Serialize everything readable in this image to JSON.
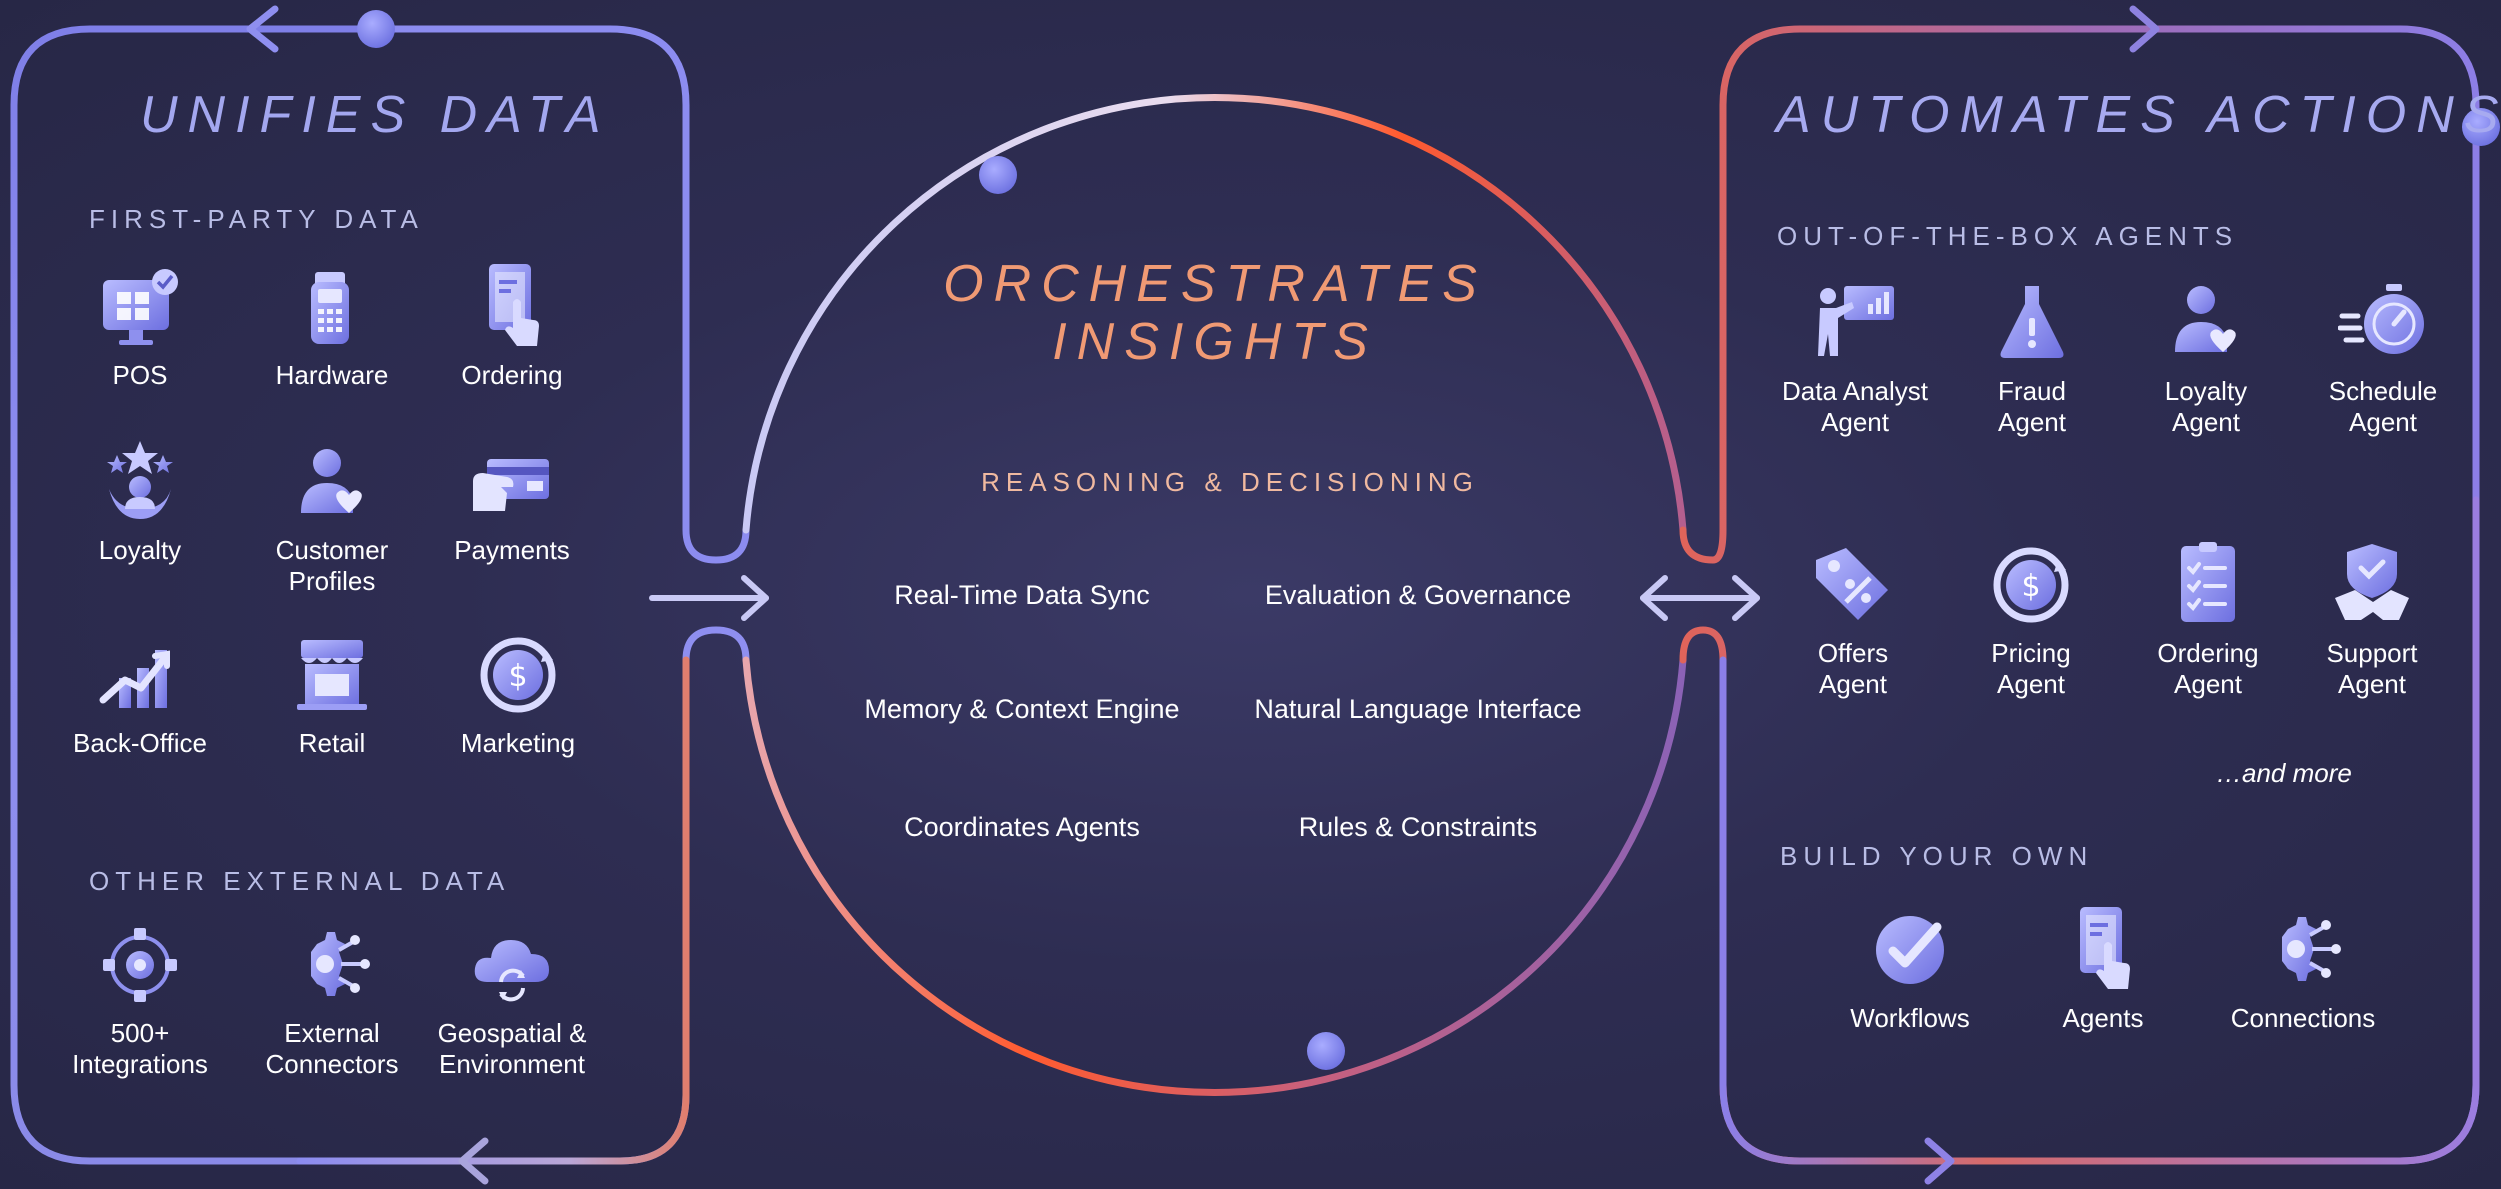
{
  "left": {
    "title": "UNIFIES DATA",
    "first_party": {
      "heading": "FIRST-PARTY DATA",
      "items": [
        {
          "label": "POS",
          "icon": "pos-terminal-icon"
        },
        {
          "label": "Hardware",
          "icon": "card-reader-icon"
        },
        {
          "label": "Ordering",
          "icon": "tablet-tap-icon"
        },
        {
          "label": "Loyalty",
          "icon": "stars-person-icon"
        },
        {
          "label": "Customer\nProfiles",
          "icon": "person-heart-icon"
        },
        {
          "label": "Payments",
          "icon": "card-payment-icon"
        },
        {
          "label": "Back-Office",
          "icon": "growth-chart-icon"
        },
        {
          "label": "Retail",
          "icon": "storefront-icon"
        },
        {
          "label": "Marketing",
          "icon": "dollar-cycle-icon"
        }
      ]
    },
    "external": {
      "heading": "OTHER EXTERNAL DATA",
      "items": [
        {
          "label": "500+\nIntegrations",
          "icon": "gear-network-icon"
        },
        {
          "label": "External\nConnectors",
          "icon": "connector-gear-icon"
        },
        {
          "label": "Geospatial &\nEnvironment",
          "icon": "cloud-sync-icon"
        }
      ]
    }
  },
  "center": {
    "title": "ORCHESTRATES\nINSIGHTS",
    "subtitle": "REASONING & DECISIONING",
    "capabilities": [
      "Real-Time Data Sync",
      "Evaluation & Governance",
      "Memory & Context Engine",
      "Natural Language Interface",
      "Coordinates Agents",
      "Rules & Constraints"
    ]
  },
  "right": {
    "title": "AUTOMATES ACTIONS",
    "agents": {
      "heading": "OUT-OF-THE-BOX AGENTS",
      "items": [
        {
          "label": "Data Analyst\nAgent",
          "icon": "presenter-chart-icon"
        },
        {
          "label": "Fraud\nAgent",
          "icon": "warning-flask-icon"
        },
        {
          "label": "Loyalty\nAgent",
          "icon": "person-heart-icon"
        },
        {
          "label": "Schedule\nAgent",
          "icon": "stopwatch-icon"
        },
        {
          "label": "Offers\nAgent",
          "icon": "percent-tag-icon"
        },
        {
          "label": "Pricing\nAgent",
          "icon": "dollar-cycle-icon"
        },
        {
          "label": "Ordering\nAgent",
          "icon": "checklist-icon"
        },
        {
          "label": "Support\nAgent",
          "icon": "shield-handshake-icon"
        }
      ],
      "more": "…and more"
    },
    "build": {
      "heading": "BUILD YOUR OWN",
      "items": [
        {
          "label": "Workflows",
          "icon": "check-circle-icon"
        },
        {
          "label": "Agents",
          "icon": "tablet-tap-icon"
        },
        {
          "label": "Connections",
          "icon": "connector-gear-icon"
        }
      ]
    }
  },
  "colors": {
    "accent_violet": "#8c8ff0",
    "accent_coral": "#f05a3a",
    "title_left": "#a3a7ef",
    "title_center": "#f09a74",
    "background": "#2e2d52"
  }
}
